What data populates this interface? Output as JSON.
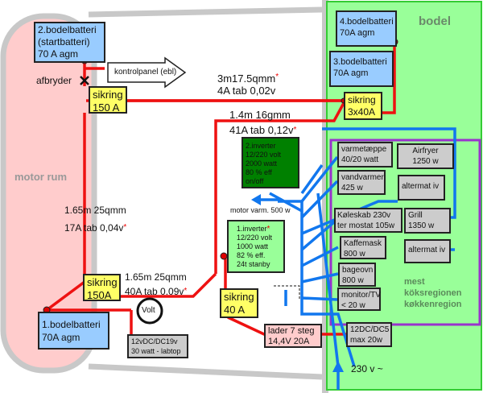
{
  "labels": {
    "motor_room": "motor rum",
    "bodel": "bodel",
    "afbryder": "afbryder",
    "kontrolpanel": "kontrolpanel (ebl)",
    "cable_top_1": "3m17.5qmm",
    "cable_top_2": "4A tab 0,02v",
    "cable_mid_1": "1.4m 16gmm",
    "cable_mid_2": "41A tab 0,12v",
    "cable_left_1": "1.65m 25qmm",
    "cable_left_2": "17A tab 0,04v",
    "cable_low_1": "1.65m 25qmm",
    "cable_low_2": "40A tab 0.09v",
    "motor_varm": "motor varm. 500 w",
    "volt": "Volt",
    "ac": "230 v ~",
    "region": [
      "mest",
      "köksregionen",
      "køkkenregion"
    ],
    "star": "*"
  },
  "batteries": {
    "b2": [
      "2.bodelbatteri",
      "(startbatteri)",
      "70 A agm"
    ],
    "b1": [
      "1.bodelbatteri",
      "70A agm"
    ],
    "b4": [
      "4.bodelbatteri",
      "70A agm"
    ],
    "b3": [
      "3.bodelbatteri",
      "70A agm"
    ]
  },
  "fuses": {
    "top": [
      "sikring",
      "150 A"
    ],
    "low": [
      "sikring",
      "150A"
    ],
    "f40": [
      "sikring",
      "40 A"
    ],
    "f3x40": [
      "sikring",
      "3x40A"
    ]
  },
  "inverter2": [
    "2.inverter",
    "12/220 volt",
    "2000 watt",
    "80 % eff",
    "on/off"
  ],
  "inverter1": [
    "1.inverter",
    "12/220 volt",
    "1000 watt",
    "82 % eff.",
    "24t stanby"
  ],
  "charger": [
    "lader 7 steg",
    "14,4V 20A"
  ],
  "dcdc_laptop": [
    "12vDC/DC19v",
    "30 watt - labtop"
  ],
  "dcdc5": [
    "12DC/DC5",
    "max 20w"
  ],
  "appliances": [
    [
      "varmetæppe",
      "40/20 watt"
    ],
    [
      "Airfryer",
      "1250 w"
    ],
    [
      "vandvarmer",
      "425 w"
    ],
    [
      "altermat iv"
    ],
    [
      "Køleskab 230v",
      "ter mostat 105w"
    ],
    [
      "Grill",
      "1350 w"
    ],
    [
      "Kaffemask",
      "800 w"
    ],
    [
      "altermat iv"
    ],
    [
      "bageovn",
      "800 w"
    ],
    [
      "monitor/TV",
      "< 20 w"
    ]
  ],
  "colors": {
    "dc_wire": "#ee1111",
    "ac_wire": "#1177ee",
    "motor_room": "#ffcccc",
    "bodel": "#99ff99",
    "region": "#9933cc"
  }
}
